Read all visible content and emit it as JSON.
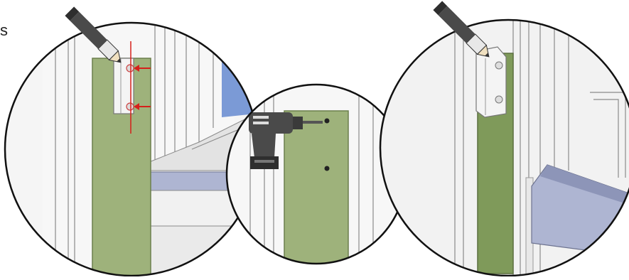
{
  "fragment_text": "s",
  "panels": [
    {
      "name": "mark-hole-positions",
      "tool": "pencil-icon",
      "markers": 2
    },
    {
      "name": "drill-holes",
      "tool": "drill-icon",
      "holes": 2
    },
    {
      "name": "mark-hinge-outline",
      "tool": "pencil-icon"
    }
  ],
  "colors": {
    "panel_green": "#9eb27b",
    "panel_green_dark": "#7f9a5a",
    "glass_blue": "#7b9ad6",
    "frame_grey": "#e7e7e7",
    "frame_line": "#8a8a8a",
    "bracket_white": "#f4f4f4",
    "arrow_red": "#d6201b",
    "tool_dark": "#4a4a4a",
    "rail_blue": "#aeb5d2"
  }
}
